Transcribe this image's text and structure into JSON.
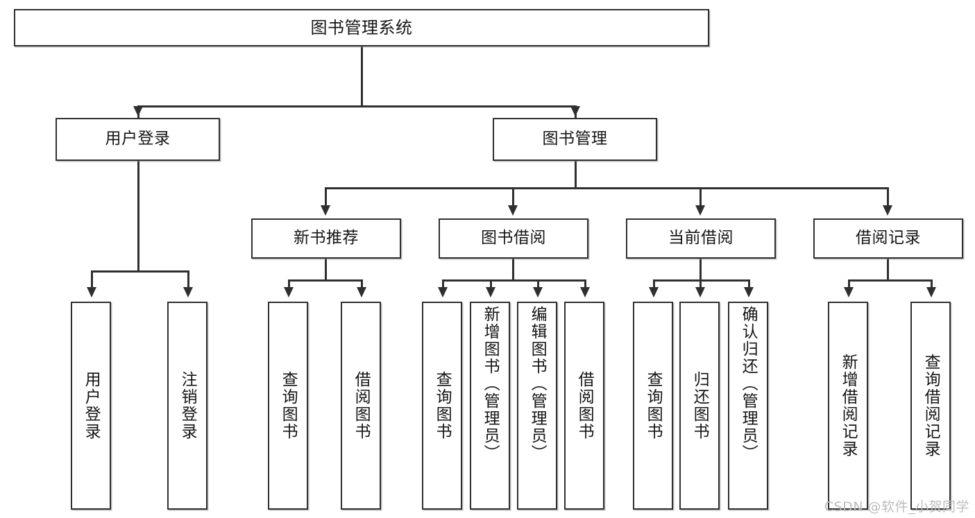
{
  "diagram": {
    "title": "图书管理系统",
    "type": "tree-hierarchy-chart",
    "watermark": "CSDN @软件_小贺同学",
    "colors": {
      "stroke": "#2f2f2f",
      "fill": "#ffffff",
      "text": "#151515",
      "watermark": "#bdbdbd"
    },
    "nodes": {
      "root": {
        "label": "图书管理系统"
      },
      "level1": [
        {
          "id": "user-login",
          "label": "用户登录"
        },
        {
          "id": "book-manage",
          "label": "图书管理"
        }
      ],
      "level2": [
        {
          "id": "new-book-recommend",
          "label": "新书推荐"
        },
        {
          "id": "book-borrow",
          "label": "图书借阅"
        },
        {
          "id": "current-borrow",
          "label": "当前借阅"
        },
        {
          "id": "borrow-record",
          "label": "借阅记录"
        }
      ],
      "leaves": {
        "user-login": [
          {
            "id": "leaf-user-login",
            "label": "用户登录"
          },
          {
            "id": "leaf-user-logout",
            "label": "注销登录"
          }
        ],
        "new-book-recommend": [
          {
            "id": "leaf-query-book-1",
            "label": "查询图书"
          },
          {
            "id": "leaf-borrow-book-1",
            "label": "借阅图书"
          }
        ],
        "book-borrow": [
          {
            "id": "leaf-query-book-2",
            "label": "查询图书"
          },
          {
            "id": "leaf-add-book",
            "label": "新增图书（管理员）"
          },
          {
            "id": "leaf-edit-book",
            "label": "编辑图书（管理员）"
          },
          {
            "id": "leaf-borrow-book-2",
            "label": "借阅图书"
          }
        ],
        "current-borrow": [
          {
            "id": "leaf-query-book-3",
            "label": "查询图书"
          },
          {
            "id": "leaf-return-book",
            "label": "归还图书"
          },
          {
            "id": "leaf-confirm-return",
            "label": "确认归还（管理员）"
          }
        ],
        "borrow-record": [
          {
            "id": "leaf-add-record",
            "label": "新增借阅记录"
          },
          {
            "id": "leaf-query-record",
            "label": "查询借阅记录"
          }
        ]
      }
    }
  }
}
